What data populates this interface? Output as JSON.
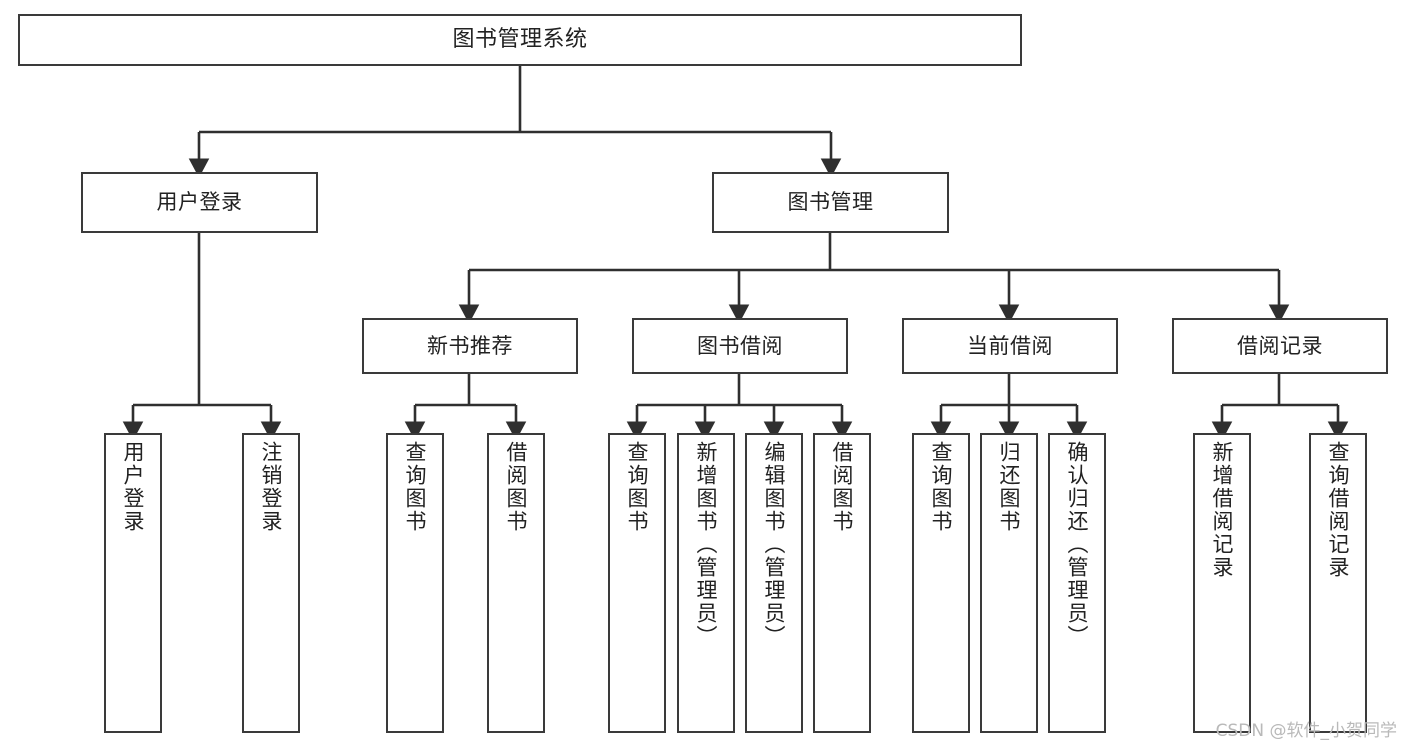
{
  "diagram": {
    "type": "tree-hierarchy-chart",
    "title": "图书管理系统",
    "watermark": "CSDN @软件_小贺同学",
    "colors": {
      "box_border": "#3a3a3a",
      "box_fill": "#ffffff",
      "connector": "#2f2f2f",
      "text": "#222222",
      "watermark": "#b9b9b9"
    },
    "levels": {
      "root": {
        "label": "图书管理系统"
      },
      "level2": [
        {
          "label": "用户登录"
        },
        {
          "label": "图书管理"
        }
      ],
      "level3": [
        {
          "label": "新书推荐"
        },
        {
          "label": "图书借阅"
        },
        {
          "label": "当前借阅"
        },
        {
          "label": "借阅记录"
        }
      ]
    },
    "leaves": {
      "user_login": [
        {
          "label": "用户登录"
        },
        {
          "label": "注销登录"
        }
      ],
      "new_book_recommend": [
        {
          "label": "查询图书"
        },
        {
          "label": "借阅图书"
        }
      ],
      "book_borrow": [
        {
          "label": "查询图书"
        },
        {
          "label": "新增图书（管理员）"
        },
        {
          "label": "编辑图书（管理员）"
        },
        {
          "label": "借阅图书"
        }
      ],
      "current_borrow": [
        {
          "label": "查询图书"
        },
        {
          "label": "归还图书"
        },
        {
          "label": "确认归还（管理员）"
        }
      ],
      "borrow_record": [
        {
          "label": "新增借阅记录"
        },
        {
          "label": "查询借阅记录"
        }
      ]
    }
  }
}
